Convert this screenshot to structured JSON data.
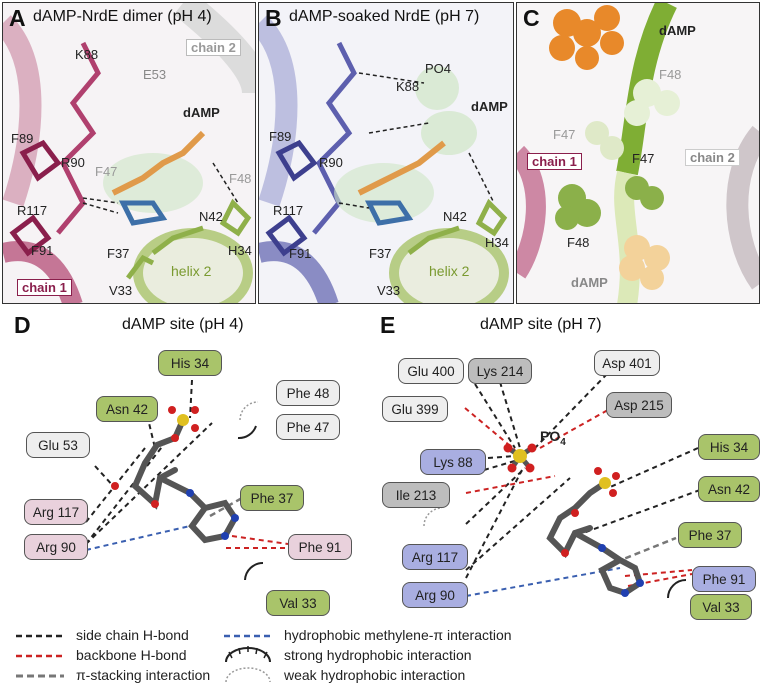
{
  "panels": {
    "A": {
      "letter": "A",
      "title": "dAMP-NrdE dimer (pH 4)",
      "chain2": "chain 2",
      "chain1": "chain 1",
      "residues": [
        "K88",
        "E53",
        "F89",
        "dAMP",
        "R90",
        "F47",
        "F48",
        "R117",
        "N42",
        "F91",
        "F37",
        "H34",
        "V33",
        "helix 2"
      ]
    },
    "B": {
      "letter": "B",
      "title": "dAMP-soaked NrdE (pH 7)",
      "residues": [
        "PO4",
        "K88",
        "dAMP",
        "F89",
        "R90",
        "R117",
        "N42",
        "F91",
        "F37",
        "H34",
        "V33",
        "helix 2"
      ]
    },
    "C": {
      "letter": "C",
      "dAMP_top": "dAMP",
      "F48_top": "F48",
      "F47_left": "F47",
      "chain1": "chain 1",
      "F47_right": "F47",
      "chain2": "chain 2",
      "F48_bottom": "F48",
      "dAMP_bottom": "dAMP"
    },
    "D": {
      "letter": "D",
      "title": "dAMP site (pH 4)",
      "boxes": {
        "his34": "His 34",
        "asn42": "Asn 42",
        "phe48": "Phe 48",
        "phe47": "Phe 47",
        "glu53": "Glu 53",
        "arg117": "Arg 117",
        "phe37": "Phe 37",
        "arg90": "Arg 90",
        "phe91": "Phe 91",
        "val33": "Val 33"
      }
    },
    "E": {
      "letter": "E",
      "title": "dAMP site (pH 7)",
      "po4": "PO",
      "po4_sub": "4",
      "boxes": {
        "glu400": "Glu 400",
        "lys214": "Lys 214",
        "asp401": "Asp 401",
        "glu399": "Glu 399",
        "asp215": "Asp 215",
        "lys88": "Lys 88",
        "his34": "His 34",
        "ile213": "Ile 213",
        "asn42": "Asn 42",
        "phe37": "Phe 37",
        "arg117": "Arg 117",
        "phe91": "Phe 91",
        "arg90": "Arg 90",
        "val33": "Val 33"
      }
    }
  },
  "legend": {
    "sidechain": "side chain H-bond",
    "backbone": "backbone H-bond",
    "pistack": "π-stacking interaction",
    "methylene": "hydrophobic methylene-π interaction",
    "strong": "strong hydrophobic interaction",
    "weak": "weak hydrophobic interaction"
  },
  "colors": {
    "sidechain": "#222222",
    "backbone": "#cc2222",
    "pistack": "#777777",
    "methylene": "#3a5fb0",
    "chain1": "#b0406e",
    "chainB": "#5d5fae",
    "helix": "#8fb04a"
  }
}
